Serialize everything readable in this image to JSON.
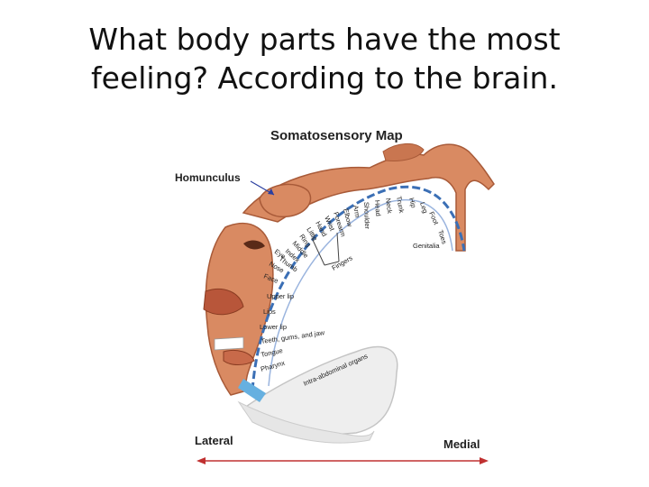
{
  "slide": {
    "title_line1": "What body parts have the most",
    "title_line2": "feeling? According to the brain."
  },
  "figure": {
    "heading": "Somatosensory Map",
    "homunculus_label": "Homunculus",
    "lateral_label": "Lateral",
    "medial_label": "Medial",
    "fingers_label": "Fingers",
    "colors": {
      "skin": "#d98a62",
      "brain": "#eeeeee",
      "arc": "#3b6fb5",
      "label_blue": "#2a3fa0",
      "arrow": "#c03030"
    },
    "body_parts_inner": [
      "Toes",
      "Foot",
      "Leg",
      "Hip",
      "Trunk",
      "Neck",
      "Head",
      "Shoulder",
      "Arm",
      "Elbow",
      "Forearm",
      "Wrist",
      "Hand",
      "Little",
      "Ring",
      "Middle",
      "Index",
      "Thumb"
    ],
    "body_parts_outer": [
      "Genitalia",
      "Eye",
      "Nose",
      "Face",
      "Upper lip",
      "Lips",
      "Lower lip",
      "Teeth, gums, and jaw",
      "Tongue",
      "Pharynx",
      "Intra-abdominal organs"
    ]
  }
}
